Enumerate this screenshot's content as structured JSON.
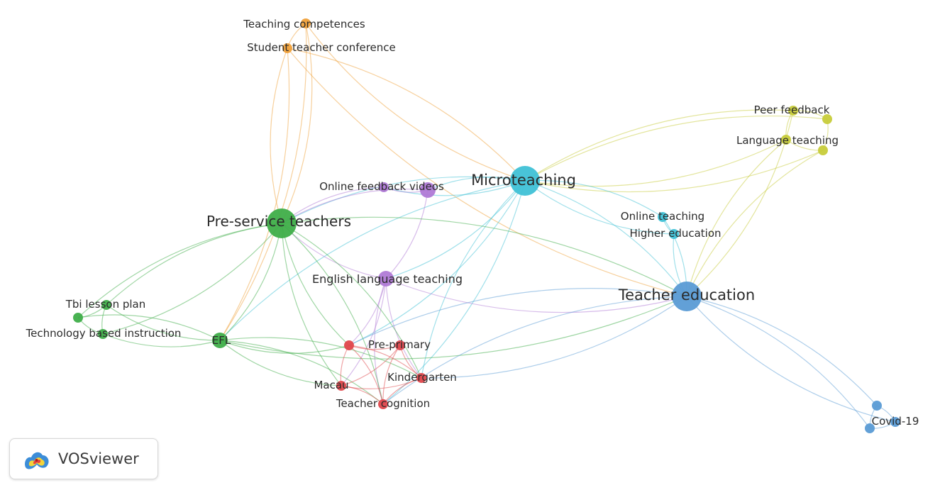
{
  "network": {
    "clusters": {
      "red": "#e0474c",
      "green": "#3fae49",
      "blue": "#5a9bd5",
      "yellow": "#c7cc3a",
      "purple": "#b07ad6",
      "cyan": "#3fc1d6",
      "orange": "#f0a13a"
    },
    "nodes": [
      {
        "id": "teaching-competences",
        "label": "Teaching competences",
        "cluster": "orange",
        "weight": 1
      },
      {
        "id": "student-teacher-conference",
        "label": "Student teacher conference",
        "cluster": "orange",
        "weight": 1
      },
      {
        "id": "peer-feedback",
        "label": "Peer feedback",
        "cluster": "yellow",
        "weight": 1
      },
      {
        "id": "language-teaching",
        "label": "Language teaching",
        "cluster": "yellow",
        "weight": 1
      },
      {
        "id": "yellow-node-3",
        "label": "",
        "cluster": "yellow",
        "weight": 1
      },
      {
        "id": "yellow-node-4",
        "label": "",
        "cluster": "yellow",
        "weight": 1
      },
      {
        "id": "microteaching",
        "label": "Microteaching",
        "cluster": "cyan",
        "weight": 5
      },
      {
        "id": "online-teaching",
        "label": "Online teaching",
        "cluster": "cyan",
        "weight": 1
      },
      {
        "id": "higher-education",
        "label": "Higher education",
        "cluster": "cyan",
        "weight": 1
      },
      {
        "id": "online-feedback-videos",
        "label": "Online feedback videos",
        "cluster": "purple",
        "weight": 2
      },
      {
        "id": "purple-node-2",
        "label": "",
        "cluster": "purple",
        "weight": 1
      },
      {
        "id": "english-language-teaching",
        "label": "English language teaching",
        "cluster": "purple",
        "weight": 2
      },
      {
        "id": "pre-service-teachers",
        "label": "Pre-service teachers",
        "cluster": "green",
        "weight": 5
      },
      {
        "id": "tbi-lesson-plan",
        "label": "Tbi lesson plan",
        "cluster": "green",
        "weight": 1
      },
      {
        "id": "technology-based-instruction",
        "label": "Technology based instruction",
        "cluster": "green",
        "weight": 1
      },
      {
        "id": "green-node-4",
        "label": "",
        "cluster": "green",
        "weight": 1
      },
      {
        "id": "efl",
        "label": "EFL",
        "cluster": "green",
        "weight": 2
      },
      {
        "id": "teacher-education",
        "label": "Teacher education",
        "cluster": "blue",
        "weight": 5
      },
      {
        "id": "covid-19",
        "label": "Covid-19",
        "cluster": "blue",
        "weight": 1
      },
      {
        "id": "blue-node-2",
        "label": "",
        "cluster": "blue",
        "weight": 1
      },
      {
        "id": "blue-node-3",
        "label": "",
        "cluster": "blue",
        "weight": 1
      },
      {
        "id": "pre-primary",
        "label": "Pre-primary",
        "cluster": "red",
        "weight": 1
      },
      {
        "id": "red-node-2",
        "label": "",
        "cluster": "red",
        "weight": 1
      },
      {
        "id": "kindergarten",
        "label": "Kindergarten",
        "cluster": "red",
        "weight": 1
      },
      {
        "id": "macau",
        "label": "Macau",
        "cluster": "red",
        "weight": 1
      },
      {
        "id": "teacher-cognition",
        "label": "Teacher cognition",
        "cluster": "red",
        "weight": 1
      }
    ],
    "links": [
      [
        "teaching-competences",
        "student-teacher-conference"
      ],
      [
        "teaching-competences",
        "pre-service-teachers"
      ],
      [
        "teaching-competences",
        "microteaching"
      ],
      [
        "teaching-competences",
        "efl"
      ],
      [
        "student-teacher-conference",
        "pre-service-teachers"
      ],
      [
        "student-teacher-conference",
        "microteaching"
      ],
      [
        "student-teacher-conference",
        "teacher-education"
      ],
      [
        "student-teacher-conference",
        "efl"
      ],
      [
        "peer-feedback",
        "language-teaching"
      ],
      [
        "peer-feedback",
        "yellow-node-3"
      ],
      [
        "peer-feedback",
        "microteaching"
      ],
      [
        "peer-feedback",
        "teacher-education"
      ],
      [
        "language-teaching",
        "yellow-node-4"
      ],
      [
        "language-teaching",
        "microteaching"
      ],
      [
        "language-teaching",
        "teacher-education"
      ],
      [
        "yellow-node-3",
        "yellow-node-4"
      ],
      [
        "yellow-node-3",
        "microteaching"
      ],
      [
        "yellow-node-4",
        "microteaching"
      ],
      [
        "yellow-node-4",
        "teacher-education"
      ],
      [
        "microteaching",
        "online-teaching"
      ],
      [
        "microteaching",
        "higher-education"
      ],
      [
        "microteaching",
        "teacher-education"
      ],
      [
        "microteaching",
        "online-feedback-videos"
      ],
      [
        "microteaching",
        "purple-node-2"
      ],
      [
        "microteaching",
        "pre-service-teachers"
      ],
      [
        "microteaching",
        "english-language-teaching"
      ],
      [
        "microteaching",
        "efl"
      ],
      [
        "microteaching",
        "pre-primary"
      ],
      [
        "microteaching",
        "kindergarten"
      ],
      [
        "microteaching",
        "teacher-cognition"
      ],
      [
        "online-teaching",
        "higher-education"
      ],
      [
        "online-teaching",
        "teacher-education"
      ],
      [
        "higher-education",
        "teacher-education"
      ],
      [
        "online-feedback-videos",
        "purple-node-2"
      ],
      [
        "online-feedback-videos",
        "pre-service-teachers"
      ],
      [
        "online-feedback-videos",
        "english-language-teaching"
      ],
      [
        "purple-node-2",
        "pre-service-teachers"
      ],
      [
        "english-language-teaching",
        "pre-service-teachers"
      ],
      [
        "english-language-teaching",
        "teacher-education"
      ],
      [
        "english-language-teaching",
        "pre-primary"
      ],
      [
        "english-language-teaching",
        "kindergarten"
      ],
      [
        "english-language-teaching",
        "macau"
      ],
      [
        "english-language-teaching",
        "teacher-cognition"
      ],
      [
        "pre-service-teachers",
        "efl"
      ],
      [
        "pre-service-teachers",
        "tbi-lesson-plan"
      ],
      [
        "pre-service-teachers",
        "technology-based-instruction"
      ],
      [
        "pre-service-teachers",
        "green-node-4"
      ],
      [
        "pre-service-teachers",
        "teacher-education"
      ],
      [
        "pre-service-teachers",
        "pre-primary"
      ],
      [
        "pre-service-teachers",
        "kindergarten"
      ],
      [
        "pre-service-teachers",
        "macau"
      ],
      [
        "pre-service-teachers",
        "teacher-cognition"
      ],
      [
        "tbi-lesson-plan",
        "technology-based-instruction"
      ],
      [
        "tbi-lesson-plan",
        "green-node-4"
      ],
      [
        "tbi-lesson-plan",
        "efl"
      ],
      [
        "technology-based-instruction",
        "green-node-4"
      ],
      [
        "technology-based-instruction",
        "efl"
      ],
      [
        "green-node-4",
        "efl"
      ],
      [
        "efl",
        "pre-primary"
      ],
      [
        "efl",
        "kindergarten"
      ],
      [
        "efl",
        "macau"
      ],
      [
        "efl",
        "teacher-cognition"
      ],
      [
        "efl",
        "teacher-education"
      ],
      [
        "teacher-education",
        "covid-19"
      ],
      [
        "teacher-education",
        "blue-node-2"
      ],
      [
        "teacher-education",
        "blue-node-3"
      ],
      [
        "teacher-education",
        "pre-primary"
      ],
      [
        "teacher-education",
        "kindergarten"
      ],
      [
        "teacher-education",
        "teacher-cognition"
      ],
      [
        "covid-19",
        "blue-node-2"
      ],
      [
        "covid-19",
        "blue-node-3"
      ],
      [
        "blue-node-2",
        "blue-node-3"
      ],
      [
        "pre-primary",
        "red-node-2"
      ],
      [
        "pre-primary",
        "kindergarten"
      ],
      [
        "pre-primary",
        "macau"
      ],
      [
        "pre-primary",
        "teacher-cognition"
      ],
      [
        "red-node-2",
        "kindergarten"
      ],
      [
        "red-node-2",
        "macau"
      ],
      [
        "red-node-2",
        "teacher-cognition"
      ],
      [
        "kindergarten",
        "macau"
      ],
      [
        "kindergarten",
        "teacher-cognition"
      ],
      [
        "macau",
        "teacher-cognition"
      ]
    ]
  },
  "logo": {
    "text": "VOSviewer",
    "icon": "vosviewer-logo-icon"
  }
}
